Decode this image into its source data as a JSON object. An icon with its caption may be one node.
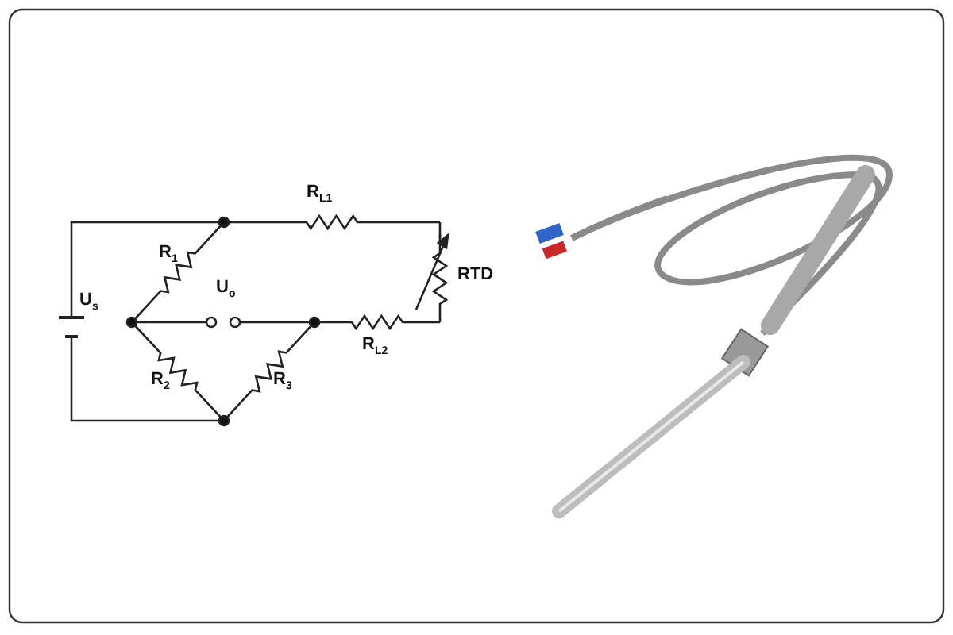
{
  "diagram": {
    "labels": [
      "R$_{L1}$",
      "R$_{1}$",
      "U$_{s}$",
      "U$_{o}$",
      "RTD",
      "R$_{L2}$",
      "R$_{2}$",
      "R$_{3}$"
    ]
  }
}
